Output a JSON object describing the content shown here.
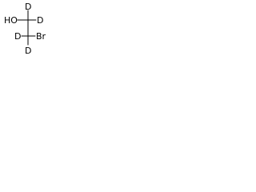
{
  "molecule": {
    "atoms": {
      "hydroxyl": "HO",
      "d_c1_top": "D",
      "d_c1_right": "D",
      "bromine": "Br",
      "d_c2_left": "D",
      "d_c2_bottom": "D"
    }
  },
  "colors": {
    "ink": "#000000",
    "background": "#ffffff"
  }
}
